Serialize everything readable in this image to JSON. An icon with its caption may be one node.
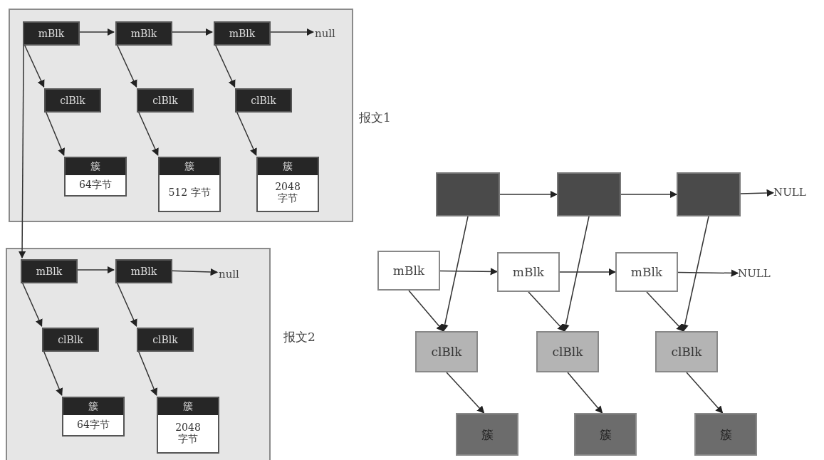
{
  "diagram": {
    "nodes": [
      {
        "text": [
          "报文1"
        ]
      },
      {
        "text": [
          "mBlk"
        ],
        "in": 0
      },
      {
        "text": [
          "mBlk"
        ],
        "in": 0
      },
      {
        "text": [
          "mBlk"
        ],
        "in": 0
      },
      {
        "text": [
          "null"
        ],
        "in": 0
      },
      {
        "text": [
          "clBlk"
        ],
        "in": 0
      },
      {
        "text": [
          "clBlk"
        ],
        "in": 0
      },
      {
        "text": [
          "clBlk"
        ],
        "in": 0
      },
      {
        "text": [
          "簇",
          "64字节"
        ],
        "in": 0
      },
      {
        "text": [
          "簇",
          "512 字节"
        ],
        "in": 0
      },
      {
        "text": [
          "簇",
          "2048 字节"
        ],
        "in": 0
      },
      {
        "text": [
          "报文2"
        ]
      },
      {
        "text": [
          "mBlk"
        ],
        "in": 11
      },
      {
        "text": [
          "mBlk"
        ],
        "in": 11
      },
      {
        "text": [
          "null"
        ],
        "in": 11
      },
      {
        "text": [
          "clBlk"
        ],
        "in": 11
      },
      {
        "text": [
          "clBlk"
        ],
        "in": 11
      },
      {
        "text": [
          "簇",
          "64字节"
        ],
        "in": 11
      },
      {
        "text": [
          "簇",
          "2048 字节"
        ],
        "in": 11
      },
      {
        "text": [],
        "shape": "box"
      },
      {
        "text": [],
        "shape": "box"
      },
      {
        "text": [],
        "shape": "box"
      },
      {
        "text": [
          "NULL"
        ]
      },
      {
        "text": [
          "mBlk"
        ]
      },
      {
        "text": [
          "mBlk"
        ]
      },
      {
        "text": [
          "mBlk"
        ]
      },
      {
        "text": [
          "NULL"
        ]
      },
      {
        "text": [
          "clBlk"
        ]
      },
      {
        "text": [
          "clBlk"
        ]
      },
      {
        "text": [
          "clBlk"
        ]
      },
      {
        "text": [
          "簇"
        ]
      },
      {
        "text": [
          "簇"
        ]
      },
      {
        "text": [
          "簇"
        ]
      }
    ],
    "edges": [
      {
        "from": 1,
        "to": 2,
        "arrow": "to"
      },
      {
        "from": 2,
        "to": 3,
        "arrow": "to"
      },
      {
        "from": 3,
        "to": 4,
        "arrow": "to"
      },
      {
        "from": 1,
        "to": 5,
        "arrow": "to"
      },
      {
        "from": 5,
        "to": 8,
        "arrow": "to"
      },
      {
        "from": 2,
        "to": 6,
        "arrow": "to"
      },
      {
        "from": 6,
        "to": 9,
        "arrow": "to"
      },
      {
        "from": 3,
        "to": 7,
        "arrow": "to"
      },
      {
        "from": 7,
        "to": 10,
        "arrow": "to"
      },
      {
        "from": 1,
        "to": 12,
        "arrow": "to"
      },
      {
        "from": 12,
        "to": 13,
        "arrow": "to"
      },
      {
        "from": 13,
        "to": 14,
        "arrow": "to"
      },
      {
        "from": 12,
        "to": 15,
        "arrow": "to"
      },
      {
        "from": 15,
        "to": 17,
        "arrow": "to"
      },
      {
        "from": 13,
        "to": 16,
        "arrow": "to"
      },
      {
        "from": 16,
        "to": 18,
        "arrow": "to"
      },
      {
        "from": 19,
        "to": 20,
        "arrow": "to"
      },
      {
        "from": 20,
        "to": 21,
        "arrow": "to"
      },
      {
        "from": 21,
        "to": 22,
        "arrow": "to"
      },
      {
        "from": 23,
        "to": 24,
        "arrow": "to"
      },
      {
        "from": 24,
        "to": 25,
        "arrow": "to"
      },
      {
        "from": 25,
        "to": 26,
        "arrow": "to"
      },
      {
        "from": 19,
        "to": 27,
        "arrow": "to"
      },
      {
        "from": 23,
        "to": 27,
        "arrow": "to"
      },
      {
        "from": 20,
        "to": 28,
        "arrow": "to"
      },
      {
        "from": 24,
        "to": 28,
        "arrow": "to"
      },
      {
        "from": 21,
        "to": 29,
        "arrow": "to"
      },
      {
        "from": 25,
        "to": 29,
        "arrow": "to"
      },
      {
        "from": 27,
        "to": 30,
        "arrow": "to"
      },
      {
        "from": 28,
        "to": 31,
        "arrow": "to"
      },
      {
        "from": 29,
        "to": 32,
        "arrow": "to"
      }
    ]
  }
}
